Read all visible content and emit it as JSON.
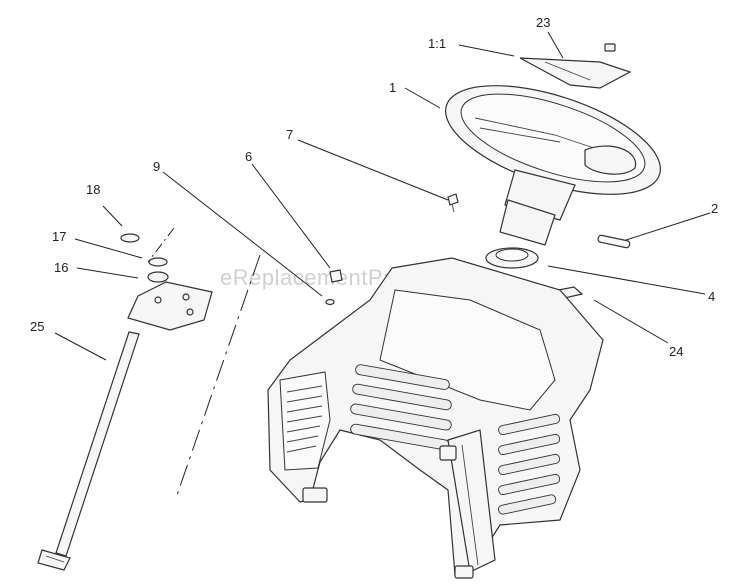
{
  "watermark": "eReplacementParts.com",
  "callouts": {
    "c23": "23",
    "c1_1": "1:1",
    "c1": "1",
    "c7": "7",
    "c2": "2",
    "c6": "6",
    "c9": "9",
    "c18": "18",
    "c17": "17",
    "c16": "16",
    "c25": "25",
    "c4": "4",
    "c24": "24"
  }
}
